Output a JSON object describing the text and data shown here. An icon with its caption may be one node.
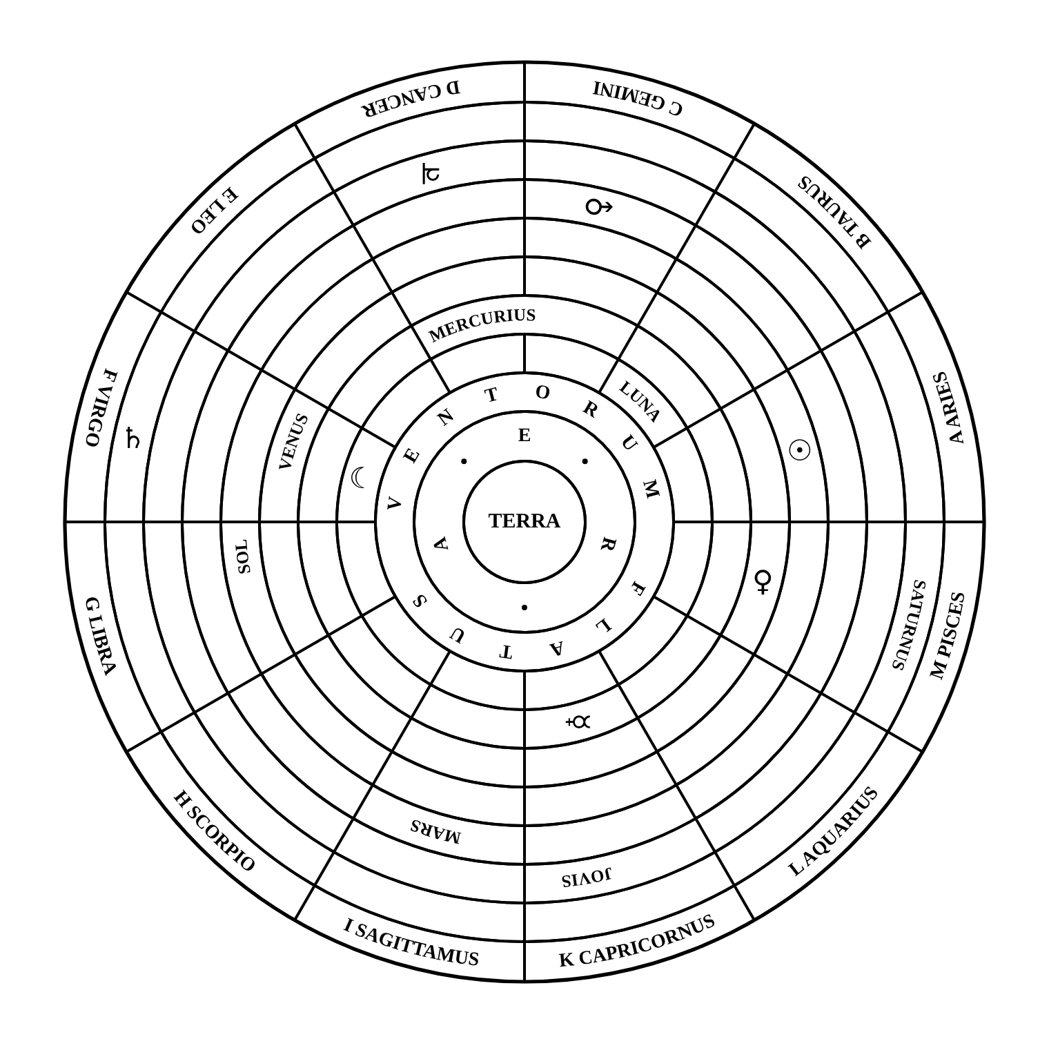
{
  "diagram": {
    "nodes": [
      {
        "text": [
          "A ARIES",
          "B TAURUS",
          "C GEMINI",
          "D CANCER",
          "E LEO",
          "F VIRGO",
          "G LIBRA",
          "H SCORPIO",
          "I SAGITTAMUS",
          "K CAPRICORNUS",
          "L AQUARIUS",
          "M PISCES"
        ]
      },
      {
        "text": [
          "SATURNUS",
          "♄"
        ],
        "in": 0
      },
      {
        "text": [
          "JOVIS",
          "♃"
        ],
        "in": 1
      },
      {
        "text": [
          "MARS",
          "♂"
        ],
        "in": 2
      },
      {
        "text": [
          "SOL",
          "☉"
        ],
        "in": 3
      },
      {
        "text": [
          "VENUS",
          "♀"
        ],
        "in": 4
      },
      {
        "text": [
          "MERCURIUS",
          "☿"
        ],
        "in": 5
      },
      {
        "text": [
          "LUNA",
          "☾"
        ],
        "in": 6
      },
      {
        "text": [
          "V",
          "E",
          "N",
          "T",
          "O",
          "R",
          "U",
          "M",
          "F",
          "L",
          "A",
          "T",
          "U",
          "S"
        ],
        "in": 7
      },
      {
        "text": [
          "A",
          "E",
          "R"
        ],
        "in": 8
      },
      {
        "text": [
          "TERRA"
        ],
        "in": 9
      }
    ]
  }
}
